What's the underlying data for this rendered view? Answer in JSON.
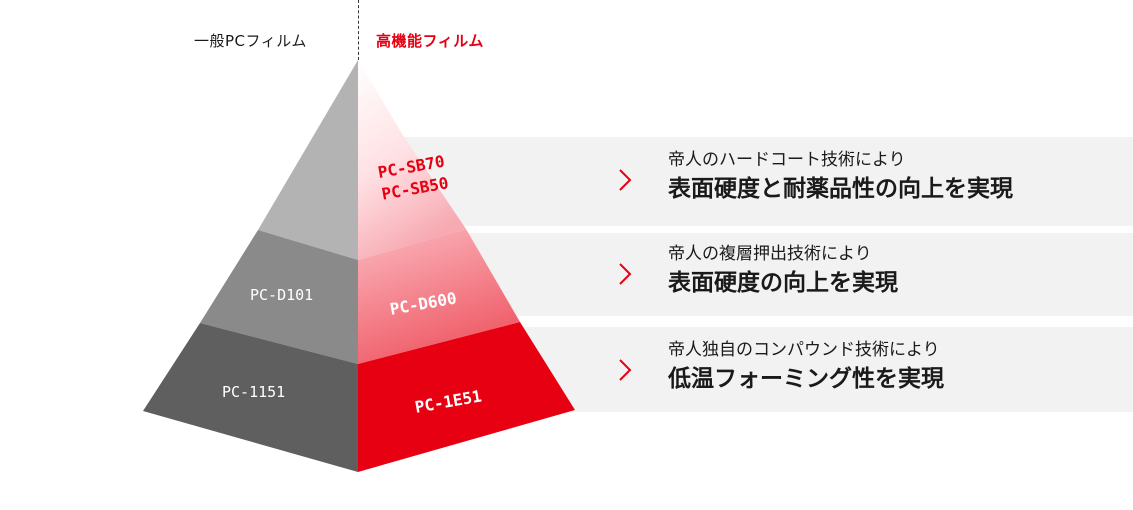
{
  "header": {
    "left_label": "一般PCフィルム",
    "right_label": "高機能フィルム"
  },
  "colors": {
    "accent_red": "#e60012",
    "gray_top": "#b3b3b3",
    "gray_mid": "#8a8a8a",
    "gray_bottom": "#5f5f5f",
    "panel_bg": "#f2f2f2"
  },
  "pyramid": {
    "general": {
      "middle": "PC-D101",
      "bottom": "PC-1151"
    },
    "high": {
      "top_line1": "PC-SB70",
      "top_line2": "PC-SB50",
      "middle": "PC-D600",
      "bottom": "PC-1E51"
    }
  },
  "rows": [
    {
      "sub": "帝人のハードコート技術により",
      "main": "表面硬度と耐薬品性の向上を実現"
    },
    {
      "sub": "帝人の複層押出技術により",
      "main": "表面硬度の向上を実現"
    },
    {
      "sub": "帝人独自のコンパウンド技術により",
      "main": "低温フォーミング性を実現"
    }
  ]
}
